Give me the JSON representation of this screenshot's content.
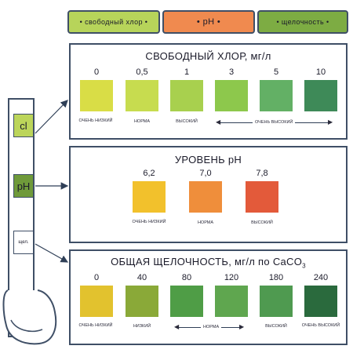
{
  "tabs": [
    {
      "label": "• свободный хлор •",
      "color": "#b7d45a"
    },
    {
      "label": "• pH •",
      "color": "#f08a4f"
    },
    {
      "label": "• щелочность •",
      "color": "#7dac43"
    }
  ],
  "strip": {
    "pads": [
      {
        "label": "cl",
        "color": "#bcd55a"
      },
      {
        "label": "pH",
        "color": "#ef8752"
      },
      {
        "label": "щел.",
        "color": "#6f9a3a"
      }
    ]
  },
  "chlorine": {
    "title": "СВОБОДНЫЙ ХЛОР, мг/л",
    "values": [
      "0",
      "0,5",
      "1",
      "3",
      "5",
      "10"
    ],
    "colors": [
      "#d9dd46",
      "#c7dc4f",
      "#a8d04e",
      "#8dc84c",
      "#63b065",
      "#3e8a58"
    ],
    "captions": [
      "очень низкий",
      "норма",
      "высокий"
    ],
    "range_caption": "очень высокий"
  },
  "ph": {
    "title": "УРОВЕНЬ pH",
    "values": [
      "6,2",
      "7,0",
      "7,8"
    ],
    "colors": [
      "#f2c12c",
      "#ef8e3b",
      "#e35a3a"
    ],
    "captions": [
      "очень низкий",
      "норма",
      "высокий"
    ]
  },
  "alkalinity": {
    "title": "ОБЩАЯ ЩЕЛОЧНОСТЬ, мг/л по CaCO",
    "title_sub": "3",
    "values": [
      "0",
      "40",
      "80",
      "120",
      "180",
      "240"
    ],
    "colors": [
      "#e2c22e",
      "#8aa938",
      "#4f9d46",
      "#5fa64f",
      "#4f9a50",
      "#2a6a3d"
    ],
    "captions": [
      "очень низкий",
      "низкий",
      "высокий",
      "очень высокий"
    ],
    "range_caption": "норма"
  }
}
